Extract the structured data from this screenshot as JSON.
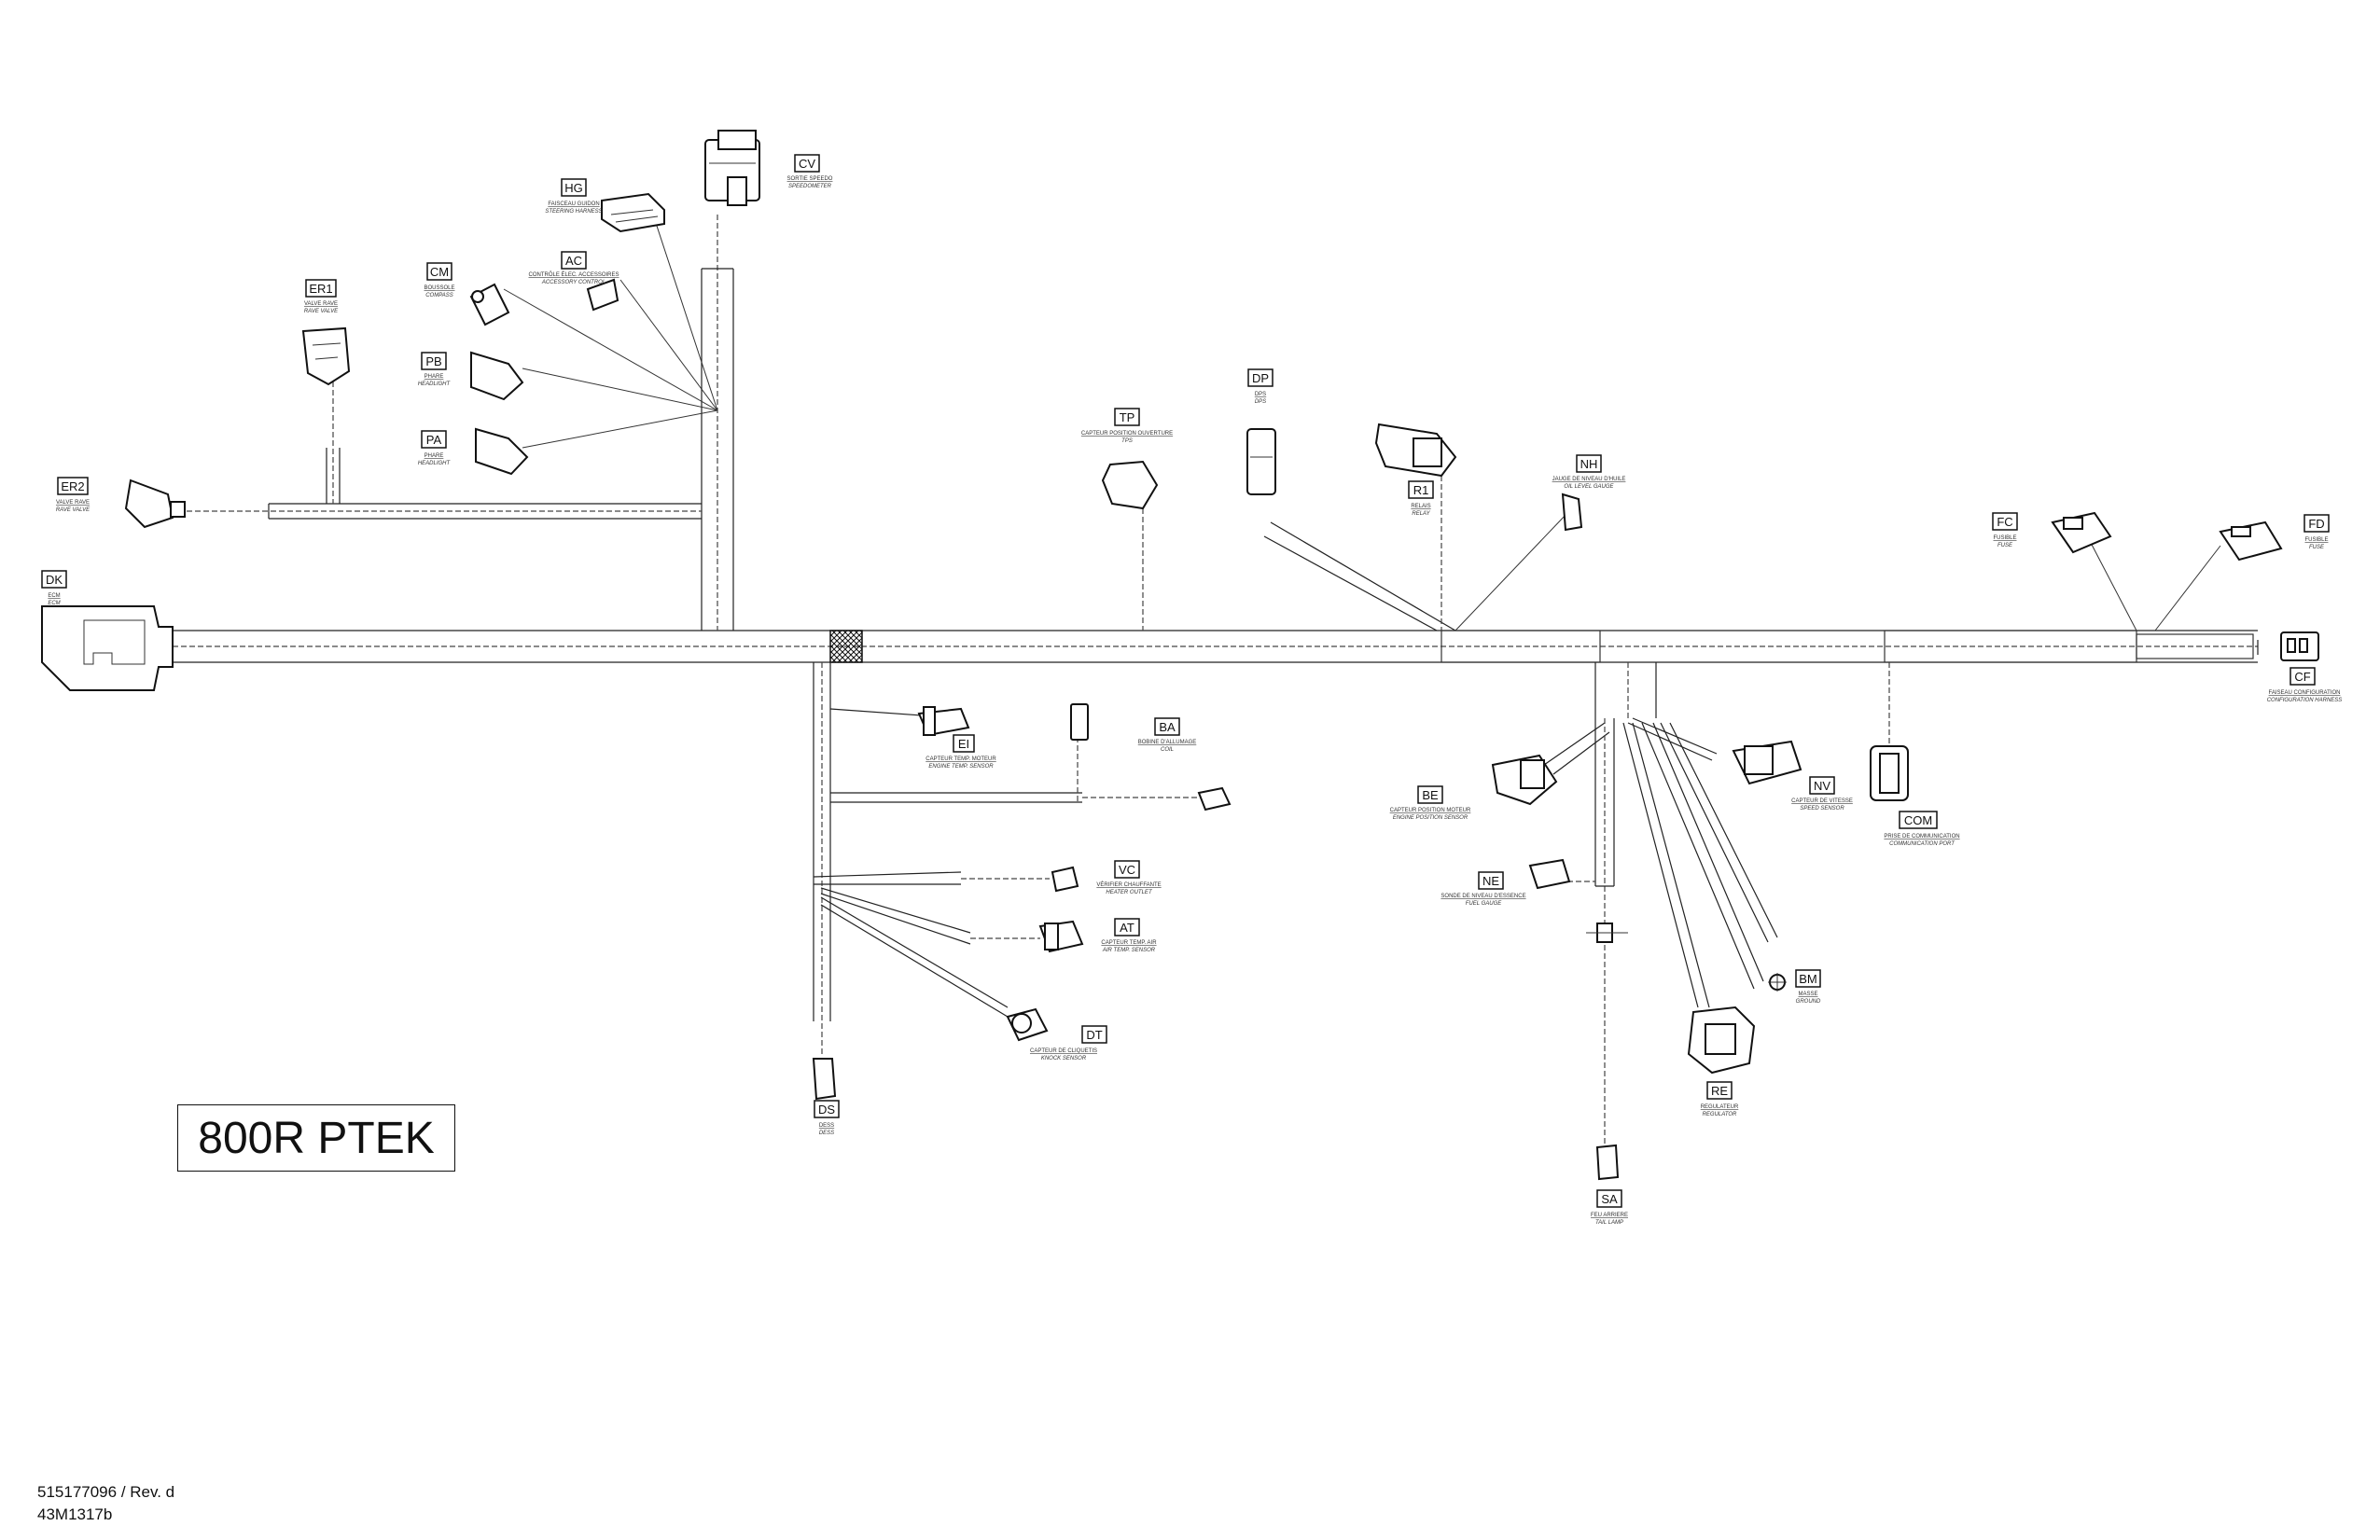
{
  "title": "800R PTEK",
  "footer": {
    "part_number": "515177096 / Rev. d",
    "drawing_number": "43M1317b"
  },
  "connectors": [
    {
      "id": "cv",
      "code": "CV",
      "fr": "SORTIE SPEEDO",
      "en": "SPEEDOMETER"
    },
    {
      "id": "hg",
      "code": "HG",
      "fr": "FAISCEAU GUIDON",
      "en": "STEERING HARNESS"
    },
    {
      "id": "ac",
      "code": "AC",
      "fr": "CONTRÔLE ÉLEC. ACCESSOIRES",
      "en": "ACCESSORY CONTROL"
    },
    {
      "id": "cm",
      "code": "CM",
      "fr": "BOUSSOLE",
      "en": "COMPASS"
    },
    {
      "id": "er1",
      "code": "ER1",
      "fr": "VALVE RAVE",
      "en": "RAVE VALVE"
    },
    {
      "id": "pb",
      "code": "PB",
      "fr": "PHARE",
      "en": "HEADLIGHT"
    },
    {
      "id": "pa",
      "code": "PA",
      "fr": "PHARE",
      "en": "HEADLIGHT"
    },
    {
      "id": "er2",
      "code": "ER2",
      "fr": "VALVE RAVE",
      "en": "RAVE VALVE"
    },
    {
      "id": "dk",
      "code": "DK",
      "fr": "ECM",
      "en": "ECM"
    },
    {
      "id": "tp",
      "code": "TP",
      "fr": "CAPTEUR POSITION OUVERTURE",
      "en": "TPS"
    },
    {
      "id": "dp",
      "code": "DP",
      "fr": "DPS",
      "en": "DPS"
    },
    {
      "id": "r1",
      "code": "R1",
      "fr": "RELAIS",
      "en": "RELAY"
    },
    {
      "id": "nh",
      "code": "NH",
      "fr": "JAUGE DE NIVEAU D'HUILE",
      "en": "OIL LEVEL GAUGE"
    },
    {
      "id": "fc",
      "code": "FC",
      "fr": "FUSIBLE",
      "en": "FUSE"
    },
    {
      "id": "fd",
      "code": "FD",
      "fr": "FUSIBLE",
      "en": "FUSE"
    },
    {
      "id": "cf",
      "code": "CF",
      "fr": "FAISEAU CONFIGURATION",
      "en": "CONFIGURATION HARNESS"
    },
    {
      "id": "ei",
      "code": "EI",
      "fr": "CAPTEUR TEMP. MOTEUR",
      "en": "ENGINE TEMP. SENSOR"
    },
    {
      "id": "ba",
      "code": "BA",
      "fr": "BOBINE D'ALLUMAGE",
      "en": "COIL"
    },
    {
      "id": "vc",
      "code": "VC",
      "fr": "VÉRIFIER CHAUFFANTE",
      "en": "HEATER OUTLET"
    },
    {
      "id": "at",
      "code": "AT",
      "fr": "CAPTEUR TEMP. AIR",
      "en": "AIR TEMP. SENSOR"
    },
    {
      "id": "dt",
      "code": "DT",
      "fr": "CAPTEUR DE CLIQUETIS",
      "en": "KNOCK SENSOR"
    },
    {
      "id": "ds",
      "code": "DS",
      "fr": "DESS",
      "en": "DESS"
    },
    {
      "id": "be",
      "code": "BE",
      "fr": "CAPTEUR POSITION MOTEUR",
      "en": "ENGINE POSITION SENSOR"
    },
    {
      "id": "nv",
      "code": "NV",
      "fr": "CAPTEUR DE VITESSE",
      "en": "SPEED SENSOR"
    },
    {
      "id": "com",
      "code": "COM",
      "fr": "PRISE DE COMMUNICATION",
      "en": "COMMUNICATION PORT"
    },
    {
      "id": "ne",
      "code": "NE",
      "fr": "SONDE DE NIVEAU D'ESSENCE",
      "en": "FUEL GAUGE"
    },
    {
      "id": "bm",
      "code": "BM",
      "fr": "MASSE",
      "en": "GROUND"
    },
    {
      "id": "re",
      "code": "RE",
      "fr": "REGULATEUR",
      "en": "REGULATOR"
    },
    {
      "id": "sa",
      "code": "SA",
      "fr": "FEU ARRIERE",
      "en": "TAIL LAMP"
    }
  ]
}
